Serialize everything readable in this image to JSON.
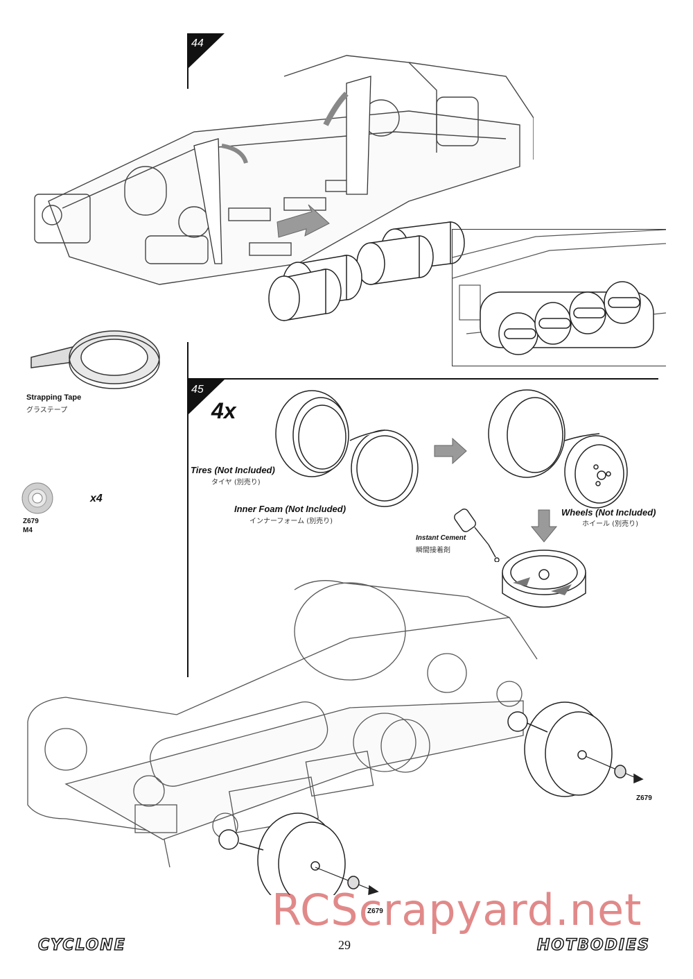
{
  "step44": {
    "number": "44"
  },
  "step45": {
    "number": "45",
    "multiplier": "4x"
  },
  "sidebar": {
    "tape_label": "Strapping Tape",
    "tape_label_jp": "グラステープ",
    "washer_code": "Z679",
    "washer_size": "M4",
    "washer_qty": "x4"
  },
  "labels": {
    "tires": "Tires (Not Included)",
    "tires_jp": "タイヤ (別売り)",
    "inner_foam": "Inner Foam (Not Included)",
    "inner_foam_jp": "インナーフォーム (別売り)",
    "wheels": "Wheels (Not Included)",
    "wheels_jp": "ホイール (別売り)",
    "cement": "Instant Cement",
    "cement_jp": "瞬間接着剤",
    "nut_rear": "Z679",
    "nut_front": "Z679"
  },
  "footer": {
    "page_number": "29",
    "logo_left": "CYCLONE",
    "logo_right": "HOTBODIES",
    "watermark": "RCScrapyard.net"
  },
  "colors": {
    "line": "#333333",
    "arrow": "#9a9a9a",
    "badge": "#111111",
    "watermark": "#c82828"
  }
}
